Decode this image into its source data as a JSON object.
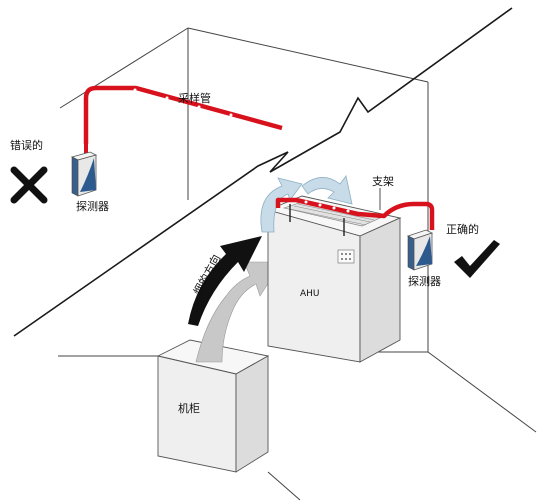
{
  "labels": {
    "sampling_pipe": "采样管",
    "wrong": "错误的",
    "detector_left": "探测器",
    "bracket": "支架",
    "correct": "正确的",
    "detector_right": "探测器",
    "smoke_direction": "烟的方向",
    "ahu": "AHU",
    "cabinet": "机柜"
  },
  "colors": {
    "pipe": "#d8121c",
    "box_front": "#efefef",
    "box_side": "#dcdcdc",
    "box_top": "#f7f7f7",
    "airflow": "#c7dbe8",
    "airflow_edge": "#8fb0c4",
    "smoke_gray": "#c8c8c8",
    "arrow_black": "#111111",
    "room_lines": "#444444"
  },
  "icons": {
    "wrong_mark": "cross-icon",
    "correct_mark": "check-icon"
  }
}
